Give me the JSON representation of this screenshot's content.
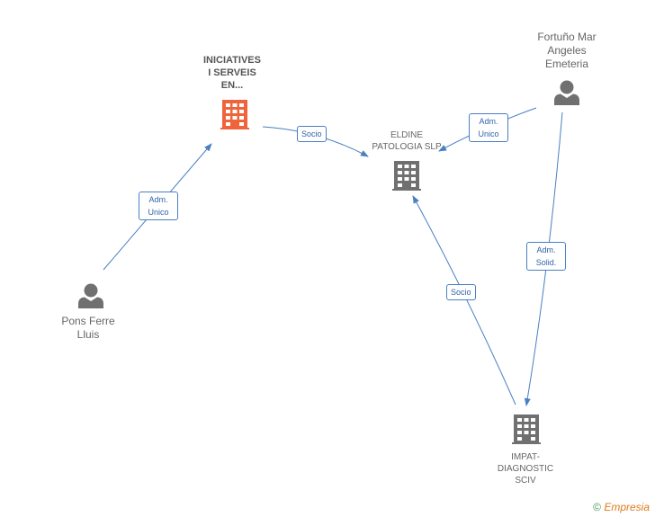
{
  "nodes": {
    "iniciatives": {
      "label": "INICIATIVES\nI SERVEIS\nEN...",
      "type": "company",
      "color": "#f0643c"
    },
    "eldine": {
      "label": "ELDINE\nPATOLOGIA SLP",
      "type": "company",
      "color": "#666666"
    },
    "impat": {
      "label": "IMPAT-\nDIAGNOSTIC\nSCIV",
      "type": "company",
      "color": "#666666"
    },
    "fortuno": {
      "label": "Fortuño Mar\nAngeles\nEmeteria",
      "type": "person",
      "color": "#666666"
    },
    "pons": {
      "label": "Pons Ferre\nLluis",
      "type": "person",
      "color": "#666666"
    }
  },
  "edges": {
    "pons_iniciatives": {
      "label": "Adm.\nUnico"
    },
    "iniciatives_eldine": {
      "label": "Socio"
    },
    "fortuno_eldine": {
      "label": "Adm.\nUnico"
    },
    "fortuno_impat": {
      "label": "Adm.\nSolid."
    },
    "impat_eldine": {
      "label": "Socio"
    }
  },
  "colors": {
    "edge": "#4a7fc1",
    "accent_company": "#f0643c",
    "icon_gray": "#707070"
  },
  "footer": {
    "copyright": "©",
    "brand": "Empresia"
  }
}
